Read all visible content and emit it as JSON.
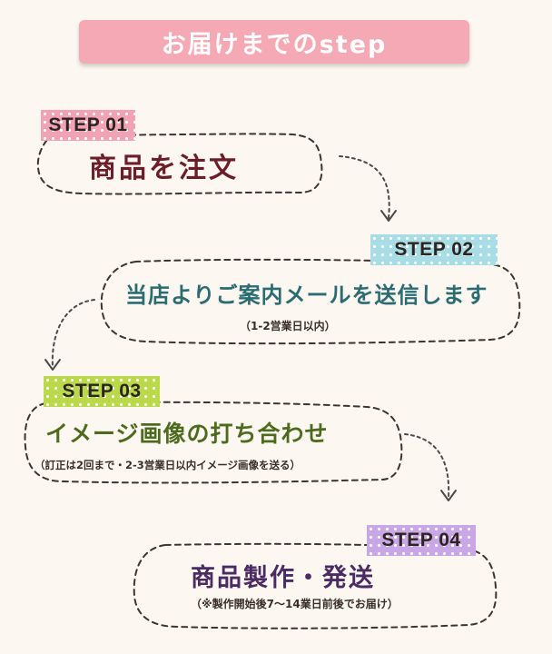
{
  "header": {
    "title": "お届けまでのstep"
  },
  "steps": [
    {
      "label": "STEP 01",
      "title": "商品を注文",
      "note": ""
    },
    {
      "label": "STEP 02",
      "title": "当店よりご案内メールを送信します",
      "note": "（1-2営業日以内）"
    },
    {
      "label": "STEP 03",
      "title": "イメージ画像の打ち合わせ",
      "note": "（訂正は2回まで・2-3営業日以内イメージ画像を送る）"
    },
    {
      "label": "STEP 04",
      "title": "商品製作・発送",
      "note": "（※製作開始後7〜14業日前後でお届け）"
    }
  ],
  "colors": {
    "background": "#fcf7f0",
    "header": "#f4a9b5",
    "step1": "#f2a3b3",
    "step2": "#a9dde6",
    "step3": "#b9d94a",
    "step4": "#c9a7e6"
  }
}
